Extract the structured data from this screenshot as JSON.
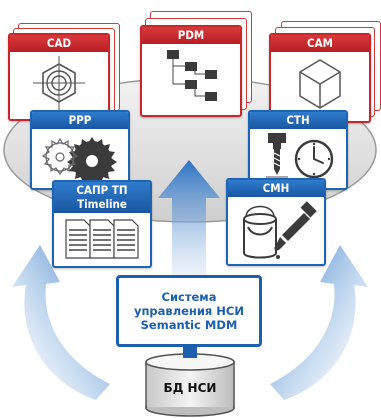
{
  "diagram": {
    "colors": {
      "red": "#c8262b",
      "blue": "#1e64b4",
      "platform": "#e3e3e3",
      "arrow": "#2f76c7"
    },
    "top_cards": [
      {
        "label": "CAD",
        "icon": "nut-icon"
      },
      {
        "label": "PDM",
        "icon": "tree-structure-icon"
      },
      {
        "label": "CAM",
        "icon": "cube-icon"
      }
    ],
    "mid_cards": [
      {
        "label": "PPP",
        "icon": "saw-blades-icon"
      },
      {
        "label": "СТН",
        "icon": "drill-clock-icon"
      }
    ],
    "low_cards": [
      {
        "label": "САПР ТП\nTimeline",
        "icon": "documents-icon"
      },
      {
        "label": "СМН",
        "icon": "paint-can-brush-icon"
      }
    ],
    "center_system": {
      "text": "Система\nуправления НСИ\nSemantic MDM"
    },
    "database": {
      "label": "БД НСИ"
    }
  }
}
